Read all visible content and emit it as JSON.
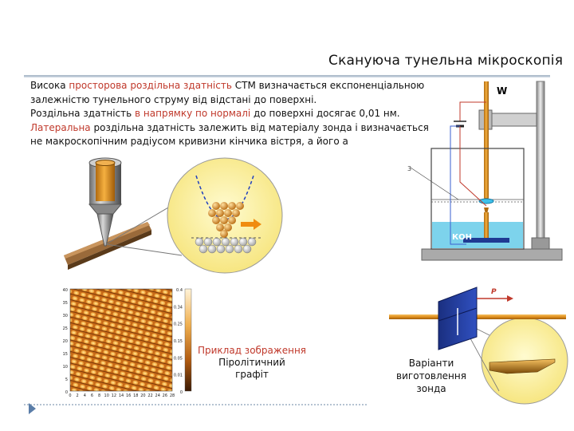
{
  "slide": {
    "title": "Скануюча тунельна мікроскопія"
  },
  "text": {
    "p1_pre": "Висока ",
    "p1_red": "просторова роздільна здатність",
    "p1_post": " СТМ визначається експоненціальною залежністю тунельного струму від відстані до поверхні.",
    "p2_pre": "Роздільна здатність ",
    "p2_red": "в напрямку по нормалі",
    "p2_post": " до поверхні досягає 0,01 нм.",
    "p3_red": "Латеральна",
    "p3_post": " роздільна здатність залежить від матеріалу зонда і визначається не макроскопічним радіусом кривизни кінчика вістря, а його а"
  },
  "apparatus": {
    "label_w": "W",
    "label_koh": "КОН",
    "label_side": "3"
  },
  "example": {
    "caption_red": "Приклад зображення",
    "caption_line2": "Піролітичний",
    "caption_line3": "графіт",
    "y_ticks": [
      "40",
      "35",
      "30",
      "25",
      "20",
      "15",
      "10",
      "5",
      "0"
    ],
    "x_ticks": [
      "0",
      "2",
      "4",
      "6",
      "8",
      "10",
      "12",
      "14",
      "16",
      "18",
      "20",
      "22",
      "24",
      "26",
      "28"
    ],
    "colorbar_ticks": [
      "0.4",
      "0.34",
      "0.25",
      "0.15",
      "0.05",
      "0.01",
      "0"
    ]
  },
  "probe": {
    "label_p": "P",
    "caption_line1": "Варіанти",
    "caption_line2": "виготовлення",
    "caption_line3": "зонда"
  },
  "colors": {
    "accent_red": "#c0392b",
    "orange": "#f0a020",
    "yellow_lens": "#fdf3a0",
    "navy_plate": "#1f3a93",
    "water": "#7dd3ec"
  }
}
